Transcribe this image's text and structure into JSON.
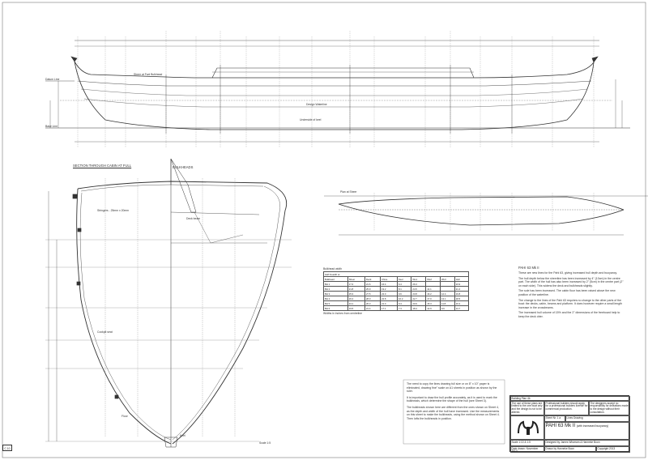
{
  "sheet": {
    "corner_label": "C 10"
  },
  "profile_view": {
    "labels": {
      "datum_left": "Datum Line",
      "base_line": "Base Line",
      "sheer_note": "Sheer at Fwd Bulkhead",
      "keel_note": "Underside of keel",
      "waterline_note": "Design Waterline"
    }
  },
  "section_view": {
    "title": "SECTION THROUGH CABIN AT FULL",
    "bulkheads_label": "BULKHEADS",
    "scale_label": "Scale 1:5",
    "notes": [
      "Stringers - 25mm x 20mm",
      "Deck beam",
      "Cockpit seat",
      "Keel",
      "Floor"
    ]
  },
  "plan_view": {
    "label": "Plan at Sheer"
  },
  "bulkhead_table": {
    "title": "Bulkhead width",
    "header_group": "Half breadth at",
    "columns": [
      "Bulkhead",
      "Sheer",
      "Deck",
      "Chine",
      "Keel",
      "WL1",
      "WL2",
      "WL3",
      "Hull"
    ],
    "rows": [
      [
        "BH 1",
        "17.3",
        "21.6",
        "16.4",
        "6.4",
        "26.3",
        "",
        "",
        "23.9"
      ],
      [
        "BH 2",
        "21.8",
        "25.9",
        "19.2",
        "8.1",
        "24.5",
        "14.1",
        "",
        "21.4"
      ],
      [
        "BH 3",
        "25.3",
        "27.5",
        "22.0",
        "9.6",
        "23.8",
        "16.2",
        "12.4",
        "19.8"
      ],
      [
        "BH 4",
        "26.4",
        "28.0",
        "22.8",
        "10.2",
        "22.7",
        "17.0",
        "13.1",
        "18.5"
      ],
      [
        "BH 5",
        "24.1",
        "26.3",
        "21.0",
        "9.4",
        "20.9",
        "15.3",
        "11.8",
        "16.2"
      ],
      [
        "BH 6",
        "19.5",
        "21.4",
        "17.1",
        "7.3",
        "18.4",
        "12.9",
        "9.6",
        "13.7"
      ]
    ],
    "footnote": "Widths in inches from centreline"
  },
  "description": {
    "heading": "PAHI 63 Mk II",
    "paragraphs": [
      "These are new lines for the Pahi 63, giving increased hull depth and buoyancy.",
      "The hull depth below the sheerline has been increased by 4\" (10cm) in the centre part. The width of the hull has also been increased by 2\" (5cm) in the centre part (2\" on each side). This widens the deck and bulkheads slightly.",
      "The sole has been increased. The cabin floor has been raised above the new position of the waterline.",
      "The change to the lines of the Pahi 63 requires no change to the other parts of the boat: the decks, cabin, beams and platform. It does however require a small length increase in the crossbeams.",
      "The increased hull volume of 15% and the 2\" dimensions of the freeboard help to keep the deck drier."
    ]
  },
  "bottom_notes": {
    "items": [
      "The need to copy the lines drawing full size or on 8\" x 10\" paper is eliminated, drawing fine\" scale on A1 sheets in position as shown by the ruler.",
      "It is important to draw the hull profile accurately, as it is used to mark the bulkheads, which determine the shape of the hull (see Sheet 3).",
      "The bulkheads shown here are different from the ones shown on Sheet 4, as the depth and width of the hull have increased. Use the measurements on this sheet to make the bulkheads, using the method shown on Sheet 4. Then lofts the bulkheads in position."
    ]
  },
  "title_block": {
    "top_label": "Building Plan 4b",
    "copyright_note": "The use of these plans are limited to the one boat only and the design is not to be altered.",
    "professional_note": "Professional builders should apply for a professional builders license for commercial production.",
    "design_note": "The designers accept no responsibility for deviations made to the design without their consultation.",
    "sheet_label": "Sheet Nr. 1 a",
    "drawing_label": "Lines Drawing",
    "boat_name": "PAHI 63 Mk II",
    "boat_subtitle": "(with increased buoyancy)",
    "scale": "Scale 1:10 & 1:5",
    "designed_by": "Designed by James Wharram & Hanneke Boon",
    "date": "Date drawn: November 2013",
    "drawn_by": "Drawn by Hanneke Boon",
    "copyright": "Copyright 2013"
  }
}
